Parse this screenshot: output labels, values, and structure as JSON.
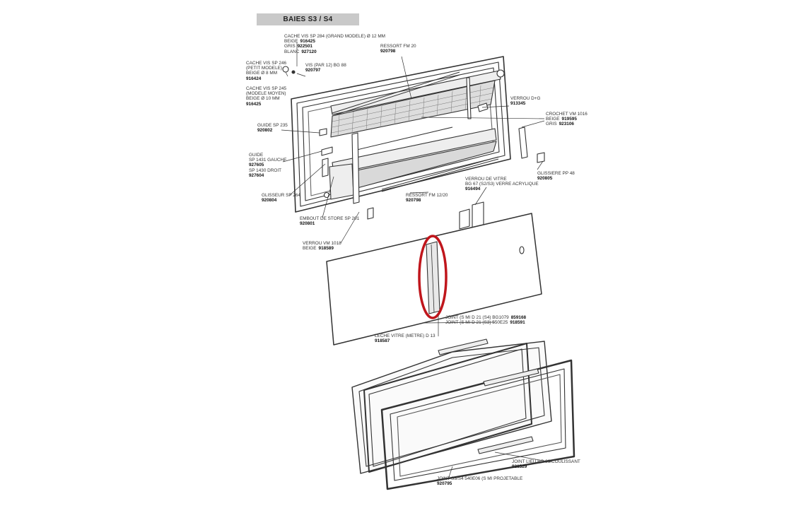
{
  "title": "BAIES S3 / S4",
  "highlight_color": "#c0161c",
  "labels": {
    "cache_vis_grand": {
      "name": "CACHE VIS SP 284 (GRAND MODELE) Ø 12 MM",
      "rows": [
        [
          "BEIGE",
          "916425"
        ],
        [
          "GRIS",
          "922501"
        ],
        [
          "BLANC",
          "927120"
        ]
      ]
    },
    "ressort_fm20": {
      "name": "RESSORT FM 20",
      "ref": "920798"
    },
    "cache_vis_petit": {
      "line1": "CACHE VIS SP 246",
      "line2": "(PETIT MODELE)",
      "line3": "BEIGE Ø 8 MM",
      "ref": "916424"
    },
    "vis_bg88": {
      "name": "VIS (PAR 12) BG 88",
      "ref": "920797"
    },
    "cache_vis_moyen": {
      "line1": "CACHE VIS SP 245",
      "line2": "(MODELE MOYEN)",
      "line3": "BEIGE Ø 10 MM",
      "ref": "916425"
    },
    "verrou_dg": {
      "name": "VERROU D+G",
      "ref": "913345"
    },
    "crochet": {
      "name": "CROCHET VM 1016",
      "rows": [
        [
          "BEIGE",
          "919595"
        ],
        [
          "GRIS",
          "923106"
        ]
      ]
    },
    "guide_sp235": {
      "name": "GUIDE SP 235",
      "ref": "920802"
    },
    "guide_gauche": {
      "line1": "GUIDE",
      "line2": "SP 1431 GAUCHE",
      "ref1": "927605",
      "line3": "SP 1430 DROIT",
      "ref2": "927604"
    },
    "glissiere": {
      "name": "GLISSIERE PP 48",
      "ref": "920805"
    },
    "verrou_vitre": {
      "line1": "VERROU DE VITRE",
      "line2": "BG 67 (S2/S3) VERRE ACRYLIQUE",
      "ref": "916494"
    },
    "ressort_fm12": {
      "name": "RESSORT FM 12/20",
      "ref": "920798"
    },
    "glisseur": {
      "name": "GLISSEUR SP 264",
      "ref": "920804"
    },
    "embout": {
      "name": "EMBOUT DE STORE SP 201",
      "ref": "920801"
    },
    "verrou_vm1018": {
      "line1": "VERROU VM 1018",
      "line2": "BEIGE",
      "ref": "918589"
    },
    "joint_s4": {
      "name": "JOINT (S MI D 21 (S4) BG1079",
      "ref": "859168"
    },
    "joint_s3": {
      "name": "JOINT (S MI D 21 (S3) 550E25",
      "ref": "918591"
    },
    "leche_vitre": {
      "name": "LECHE VITRE (METRE) D 13",
      "ref": "918587"
    },
    "joint_lieu": {
      "name": "JOINT LIEU BG 86 COULISSANT",
      "ref": "921529"
    },
    "joint_s3s4": {
      "name": "JOINT S3/S4 540E06 (S MI PROJETABLE",
      "ref": "920795"
    }
  }
}
